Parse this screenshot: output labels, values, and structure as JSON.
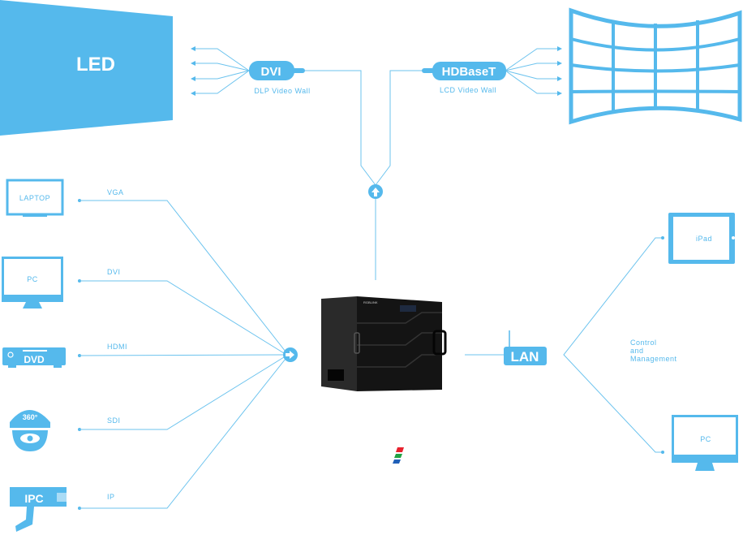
{
  "colors": {
    "accent": "#55b9ec",
    "device": "#1a1a1a"
  },
  "outputs": {
    "led": {
      "label": "LED"
    },
    "dvi": {
      "label": "DVI",
      "caption": "DLP Video Wall"
    },
    "hdbaset": {
      "label": "HDBaseT",
      "caption": "LCD Video Wall"
    }
  },
  "sources": [
    {
      "device": "LAPTOP",
      "signal": "VGA"
    },
    {
      "device": "PC",
      "signal": "DVI"
    },
    {
      "device": "DVD",
      "signal": "HDMI"
    },
    {
      "device": "360°",
      "signal": "SDI"
    },
    {
      "device": "IPC",
      "signal": "IP"
    }
  ],
  "device": {
    "brand": "RGBLINK"
  },
  "control": {
    "lan": "LAN",
    "caption_lines": [
      "Control",
      "and",
      "Management"
    ],
    "ipad": "iPad",
    "pc": "PC"
  }
}
